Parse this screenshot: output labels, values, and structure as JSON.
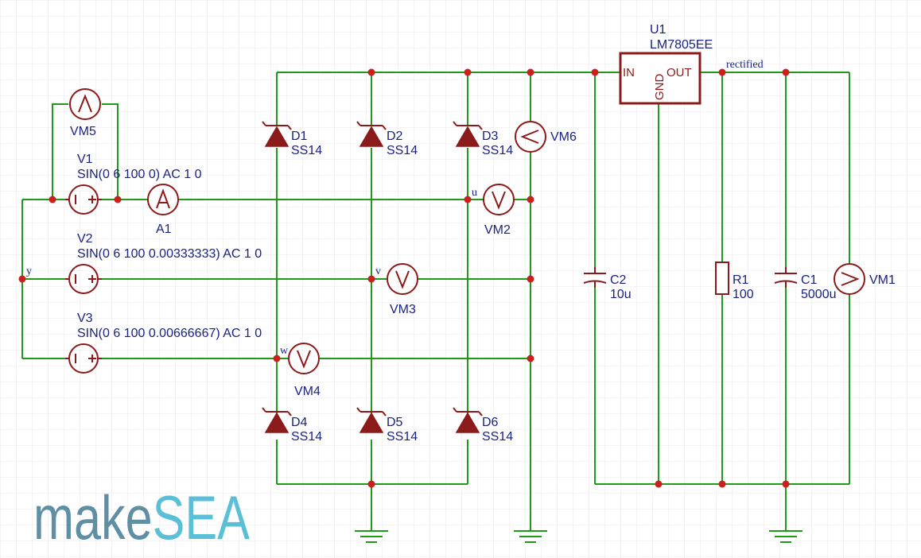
{
  "components": {
    "D1": {
      "ref": "D1",
      "value": "SS14"
    },
    "D2": {
      "ref": "D2",
      "value": "SS14"
    },
    "D3": {
      "ref": "D3",
      "value": "SS14"
    },
    "D4": {
      "ref": "D4",
      "value": "SS14"
    },
    "D5": {
      "ref": "D5",
      "value": "SS14"
    },
    "D6": {
      "ref": "D6",
      "value": "SS14"
    },
    "V1": {
      "ref": "V1",
      "value": "SIN(0 6 100 0) AC 1 0"
    },
    "V2": {
      "ref": "V2",
      "value": "SIN(0 6 100 0.00333333) AC 1 0"
    },
    "V3": {
      "ref": "V3",
      "value": "SIN(0 6 100 0.00666667) AC 1 0"
    },
    "A1": {
      "ref": "A1"
    },
    "VM1": {
      "ref": "VM1"
    },
    "VM2": {
      "ref": "VM2"
    },
    "VM3": {
      "ref": "VM3"
    },
    "VM4": {
      "ref": "VM4"
    },
    "VM5": {
      "ref": "VM5"
    },
    "VM6": {
      "ref": "VM6"
    },
    "U1": {
      "ref": "U1",
      "value": "LM7805EE",
      "pin_in": "IN",
      "pin_gnd": "GND",
      "pin_out": "OUT"
    },
    "C1": {
      "ref": "C1",
      "value": "5000u"
    },
    "C2": {
      "ref": "C2",
      "value": "10u"
    },
    "R1": {
      "ref": "R1",
      "value": "100"
    }
  },
  "nets": {
    "u": "u",
    "v": "v",
    "w": "w",
    "y": "y",
    "rectified": "rectified"
  },
  "logo": {
    "part1": "make",
    "part2": "SEA",
    "color1": "#5e8fa5",
    "color2": "#5bc0d6"
  },
  "colors": {
    "wire": "#219a1c",
    "component": "#8b1a1a",
    "label": "#1a237e",
    "junction": "#cc1f1f",
    "grid": "#e9e9e9"
  }
}
